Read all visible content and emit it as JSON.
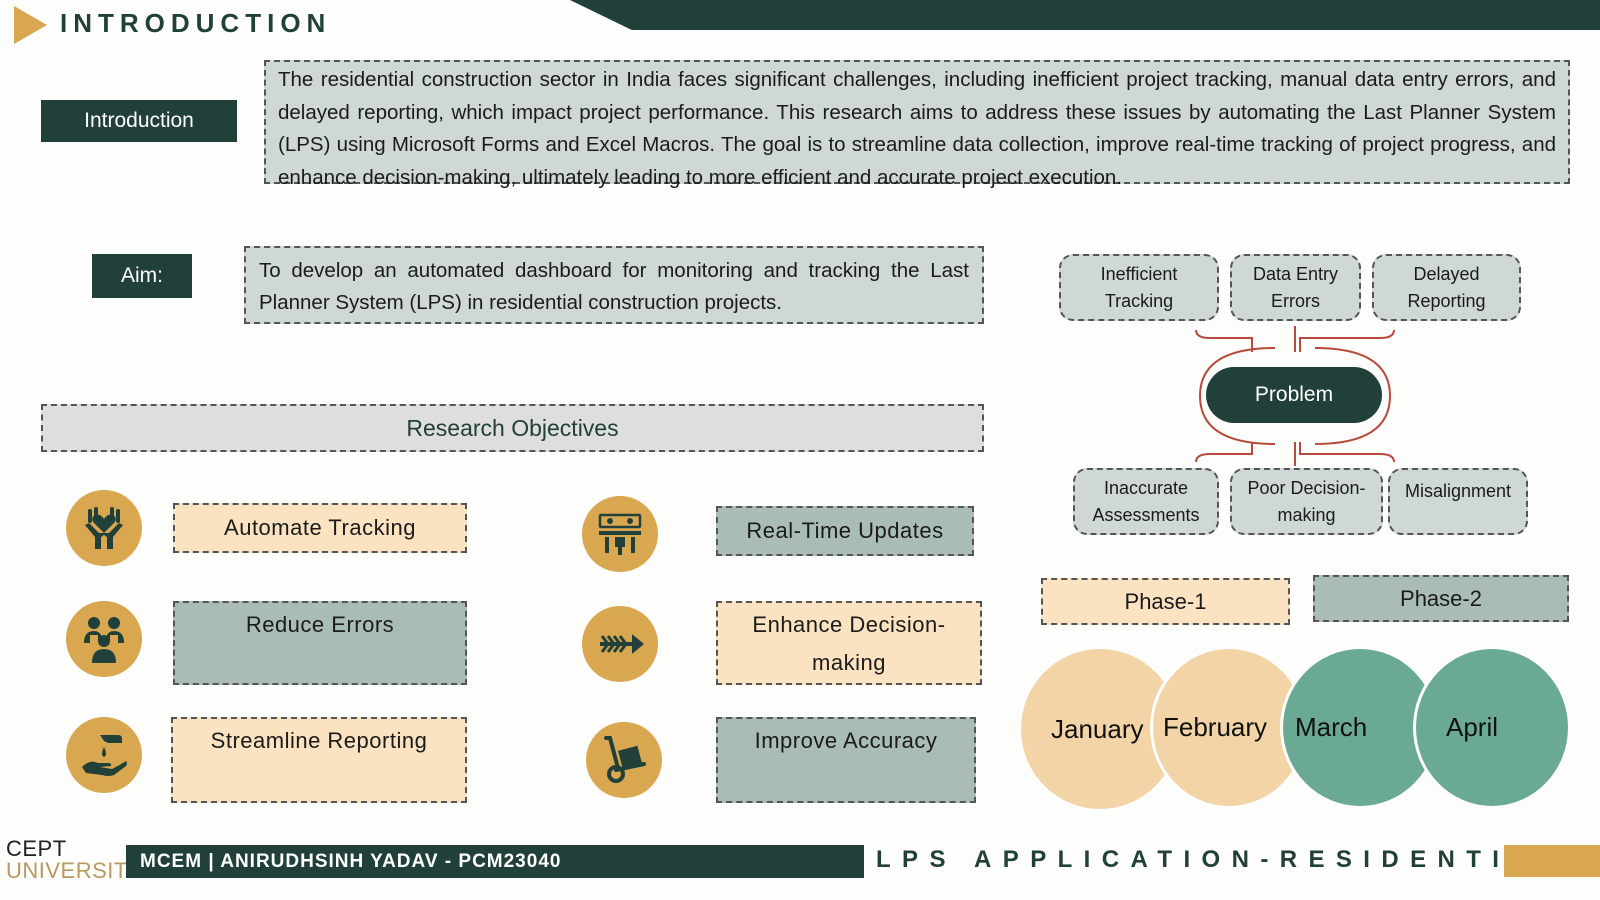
{
  "header": {
    "title": "INTRODUCTION"
  },
  "introduction": {
    "label": "Introduction",
    "text": "The residential construction sector in India faces significant challenges, including inefficient project tracking, manual data entry errors, and delayed reporting, which impact project performance. This research aims to address these issues by automating the Last Planner System (LPS) using Microsoft Forms and Excel Macros. The goal is to streamline data collection, improve real-time tracking of project progress, and enhance decision-making, ultimately leading to more efficient and accurate project execution."
  },
  "aim": {
    "label": "Aim:",
    "text": "To develop an automated dashboard for monitoring and tracking the Last Planner System (LPS) in residential construction projects."
  },
  "research_objectives": {
    "title": "Research Objectives",
    "items": [
      {
        "label": "Automate Tracking",
        "icon": "hands-heart-icon"
      },
      {
        "label": "Real-Time Updates",
        "icon": "team-meeting-icon"
      },
      {
        "label": "Reduce Errors",
        "icon": "group-people-icon"
      },
      {
        "label": "Enhance Decision-making",
        "icon": "arrow-target-icon"
      },
      {
        "label": "Streamline Reporting",
        "icon": "hand-drop-icon"
      },
      {
        "label": "Improve Accuracy",
        "icon": "hand-truck-icon"
      }
    ]
  },
  "problem": {
    "center": "Problem",
    "top": [
      "Inefficient Tracking",
      "Data Entry Errors",
      "Delayed Reporting"
    ],
    "bottom": [
      "Inaccurate Assessments",
      "Poor Decision-making",
      "Misalignment"
    ]
  },
  "phases": [
    "Phase-1",
    "Phase-2"
  ],
  "months": [
    "January",
    "February",
    "March",
    "April"
  ],
  "colors": {
    "dark_green": "#22403a",
    "gold": "#d8a74f",
    "peach": "#fbe2c1",
    "sage": "#a9bcb5",
    "teal": "#6aaa94",
    "tan": "#f2d4a6"
  },
  "footer": {
    "logo_top": "CEPT",
    "logo_bottom": "UNIVERSITY",
    "left": "MCEM  | ANIRUDHSINH YADAV - PCM23040",
    "right": "LPS APPLICATION-RESIDENTIAL"
  }
}
